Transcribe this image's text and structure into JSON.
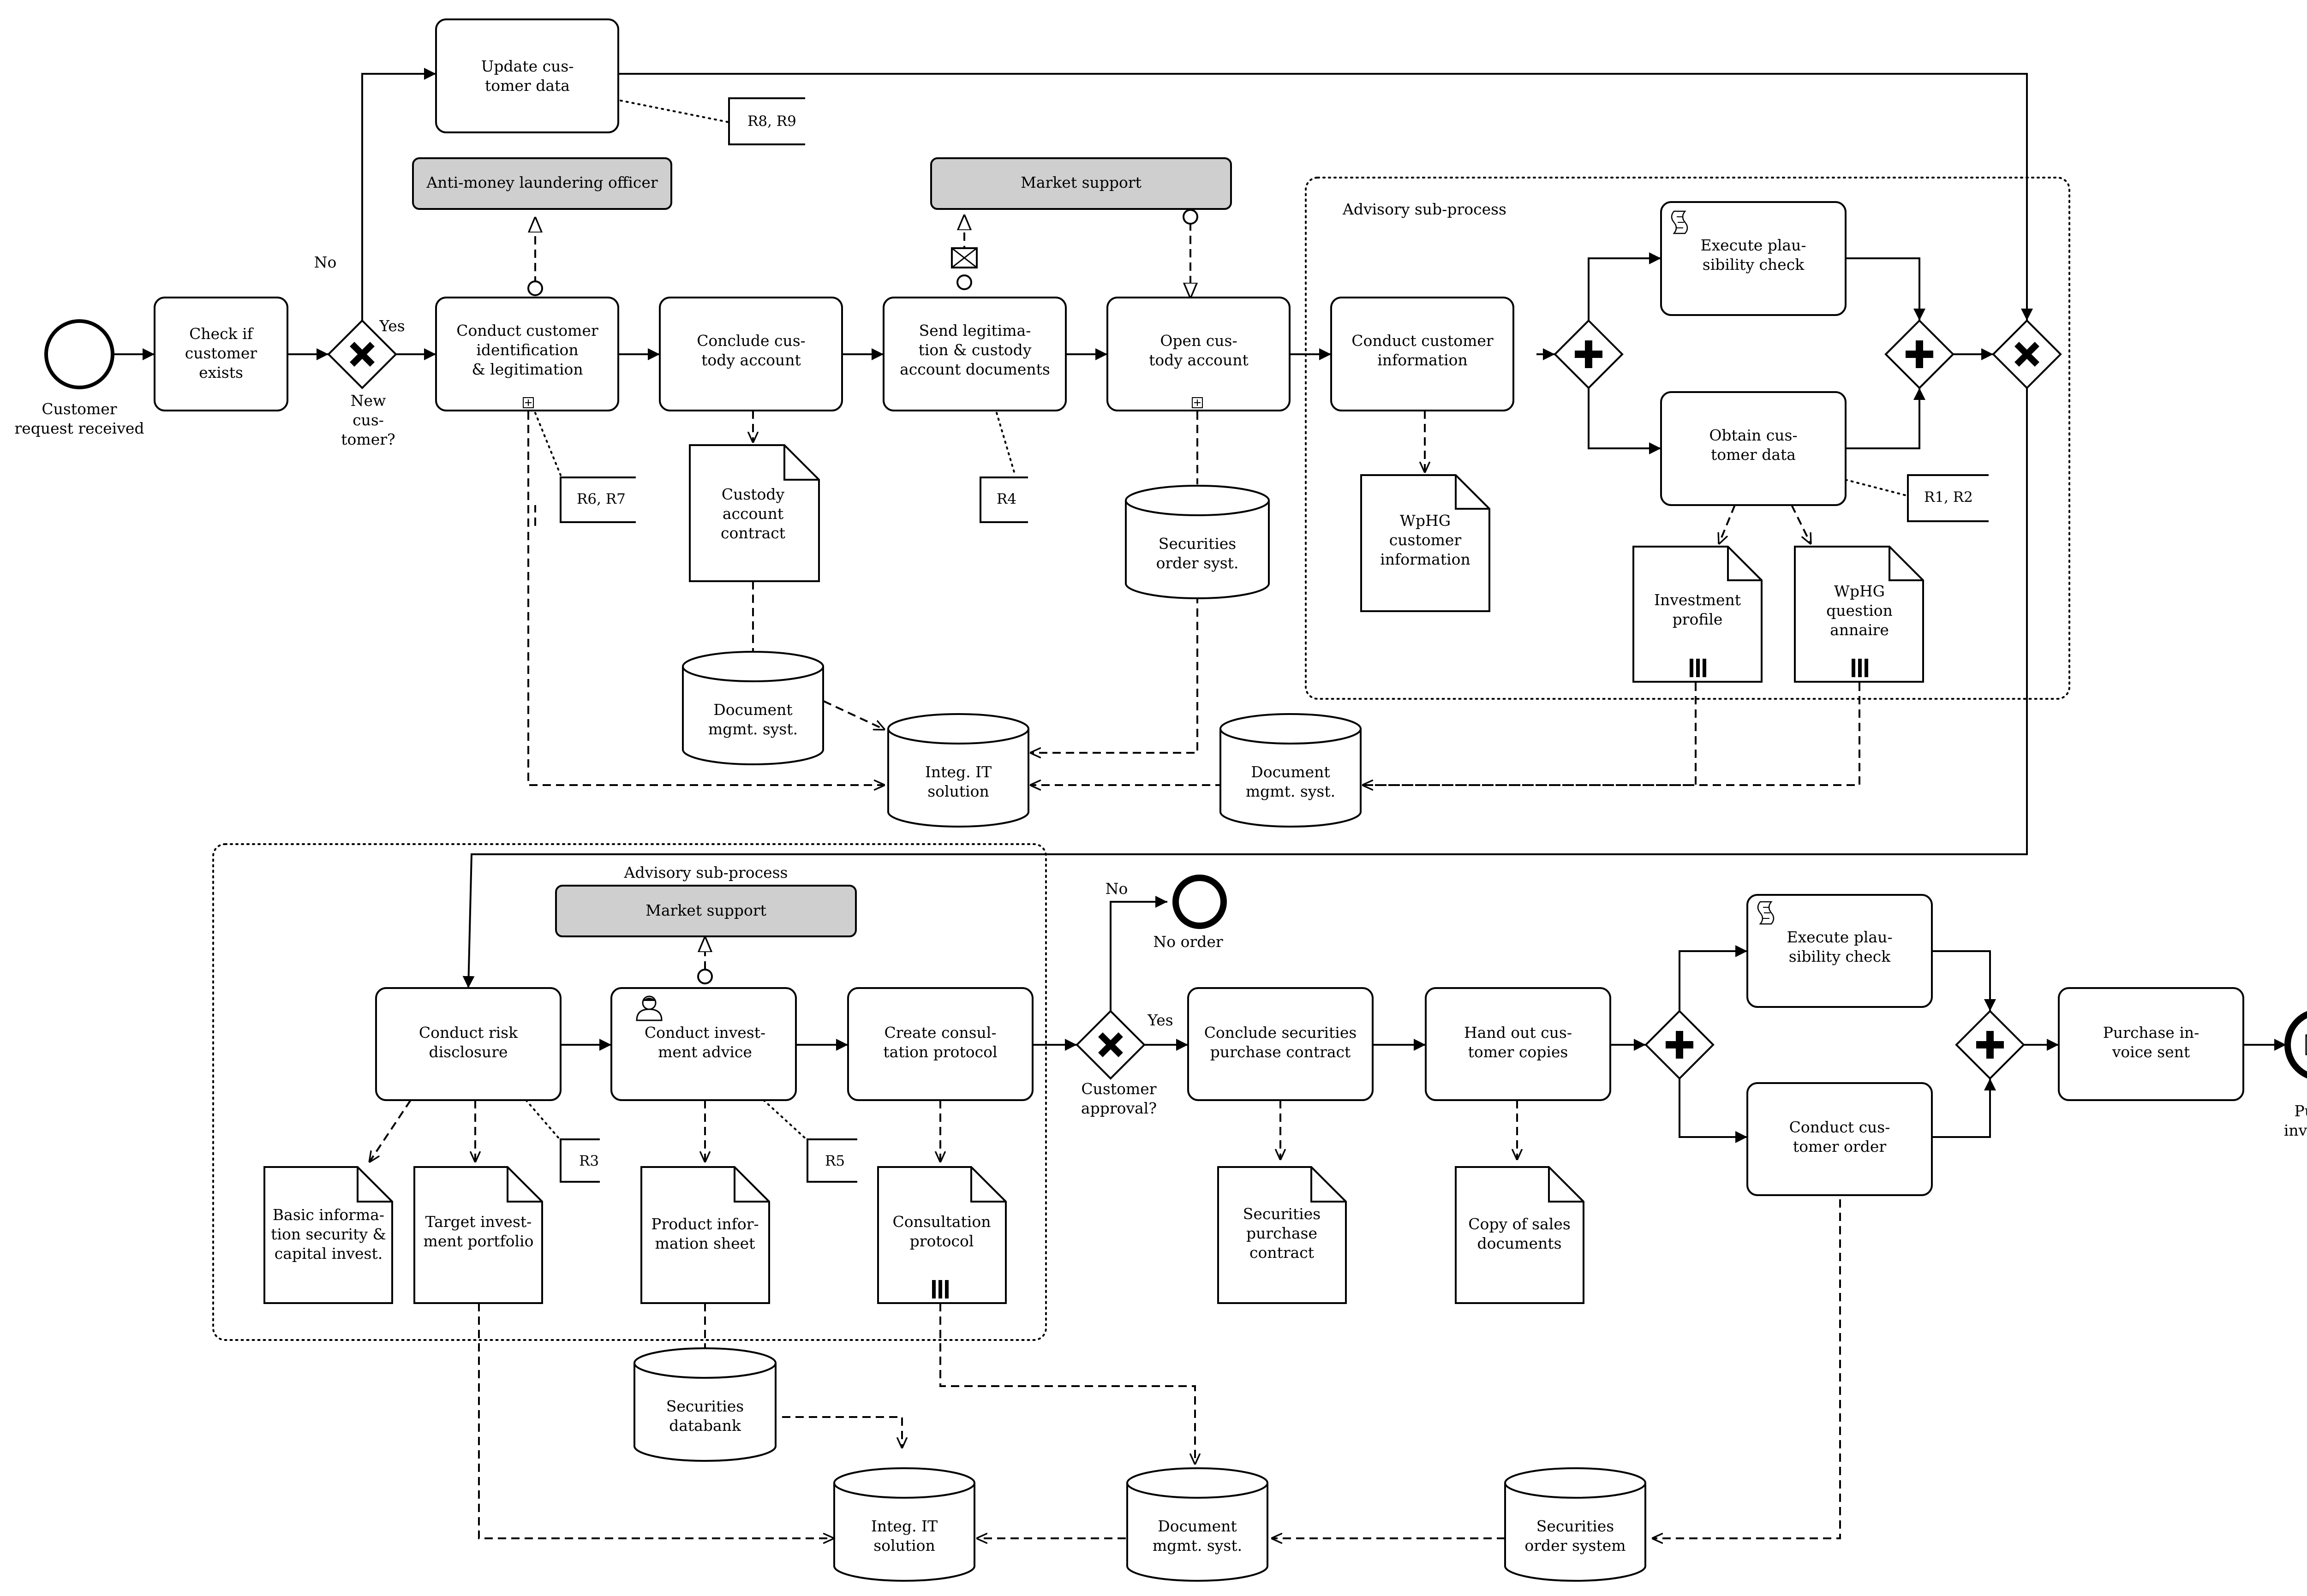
{
  "events": {
    "start": [
      "Customer",
      "request received"
    ],
    "no_order": [
      "No order"
    ],
    "end": [
      "Purchase",
      "invoice sent"
    ]
  },
  "tasks": {
    "check": [
      "Check if",
      "customer",
      "exists"
    ],
    "update": [
      "Update cus-",
      "tomer data"
    ],
    "identify": [
      "Conduct customer",
      "identification",
      "& legitimation"
    ],
    "custody": [
      "Conclude cus-",
      "tody account"
    ],
    "send_docs": [
      "Send legitima-",
      "tion & custody",
      "account documents"
    ],
    "open_custody": [
      "Open cus-",
      "tody account"
    ],
    "cust_info": [
      "Conduct customer",
      "information"
    ],
    "plaus1": [
      "Execute plau-",
      "sibility check"
    ],
    "obtain": [
      "Obtain cus-",
      "tomer data"
    ],
    "risk": [
      "Conduct risk",
      "disclosure"
    ],
    "advice": [
      "Conduct invest-",
      "ment advice"
    ],
    "protocol": [
      "Create consul-",
      "tation protocol"
    ],
    "securities_contract": [
      "Conclude securities",
      "purchase contract"
    ],
    "hand_out": [
      "Hand out cus-",
      "tomer copies"
    ],
    "plaus2": [
      "Execute plau-",
      "sibility check"
    ],
    "order": [
      "Conduct cus-",
      "tomer order"
    ],
    "invoice": [
      "Purchase in-",
      "voice sent"
    ]
  },
  "gateways": {
    "new_customer": [
      "New",
      "cus-",
      "tomer?"
    ],
    "customer_approval": [
      "Customer",
      "approval?"
    ]
  },
  "flow_labels": {
    "no_top": "No",
    "yes_top": "Yes",
    "no_bottom": "No",
    "yes_bottom": "Yes"
  },
  "roles": {
    "aml": "Anti-money laundering officer",
    "market1": "Market support",
    "market2": "Market support"
  },
  "groups": {
    "advisory1": "Advisory sub-process",
    "advisory2": "Advisory sub-process"
  },
  "documents": {
    "custody_contract": [
      "Custody",
      "account",
      "contract"
    ],
    "wphg_info": [
      "WpHG",
      "customer",
      "information"
    ],
    "inv_profile": [
      "Investment",
      "profile"
    ],
    "wphg_q": [
      "WpHG",
      "question",
      "annaire"
    ],
    "basic_info": [
      "Basic informa-",
      "tion security &",
      "capital invest."
    ],
    "target": [
      "Target invest-",
      "ment portfolio"
    ],
    "product": [
      "Product infor-",
      "mation sheet"
    ],
    "consultation": [
      "Consultation",
      "protocol"
    ],
    "sec_contract": [
      "Securities",
      "purchase",
      "contract"
    ],
    "copy_sales": [
      "Copy of sales",
      "documents"
    ]
  },
  "datastores": {
    "sec_order_syst": [
      "Securities",
      "order syst."
    ],
    "doc_mgmt_1": [
      "Document",
      "mgmt. syst."
    ],
    "integ_1": [
      "Integ. IT",
      "solution"
    ],
    "doc_mgmt_2": [
      "Document",
      "mgmt. syst."
    ],
    "sec_databank": [
      "Securities",
      "databank"
    ],
    "integ_2": [
      "Integ. IT",
      "solution"
    ],
    "doc_mgmt_3": [
      "Document",
      "mgmt. syst."
    ],
    "sec_order_system": [
      "Securities",
      "order system"
    ]
  },
  "annotations": {
    "r89": "R8, R9",
    "r67": "R6, R7",
    "r4": "R4",
    "r12": "R1, R2",
    "r3": "R3",
    "r5": "R5"
  }
}
